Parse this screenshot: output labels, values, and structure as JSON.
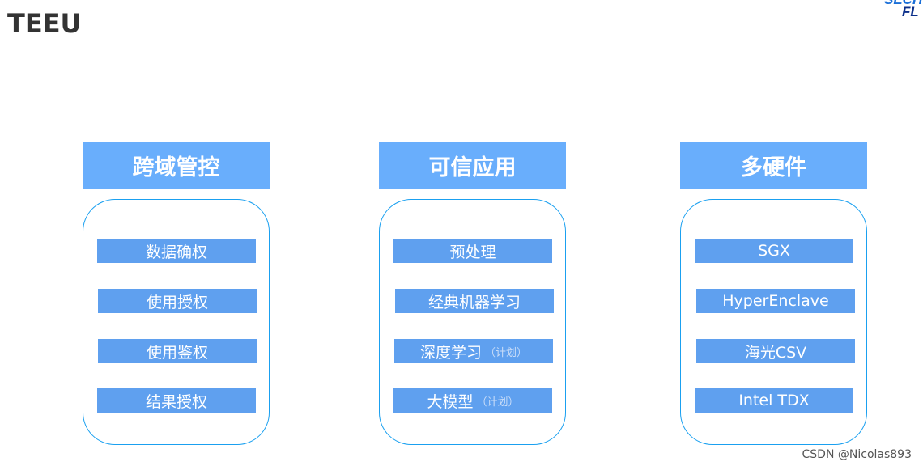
{
  "title": "TEEU",
  "logo": {
    "line1": "SECH",
    "line2": "FL"
  },
  "columns": [
    {
      "header": "跨域管控",
      "items": [
        {
          "label": "数据确权"
        },
        {
          "label": "使用授权"
        },
        {
          "label": "使用鉴权"
        },
        {
          "label": "结果授权"
        }
      ]
    },
    {
      "header": "可信应用",
      "items": [
        {
          "label": "预处理"
        },
        {
          "label": "经典机器学习"
        },
        {
          "label": "深度学习",
          "note": "（计划）"
        },
        {
          "label": "大模型",
          "note": "（计划）"
        }
      ]
    },
    {
      "header": "多硬件",
      "items": [
        {
          "label": "SGX"
        },
        {
          "label": "HyperEnclave"
        },
        {
          "label": "海光CSV"
        },
        {
          "label": "Intel TDX"
        }
      ]
    }
  ],
  "watermark": "CSDN @Nicolas893",
  "colors": {
    "header": "#69aefc",
    "item": "#5fa0ef",
    "border": "#1aa0f0"
  }
}
